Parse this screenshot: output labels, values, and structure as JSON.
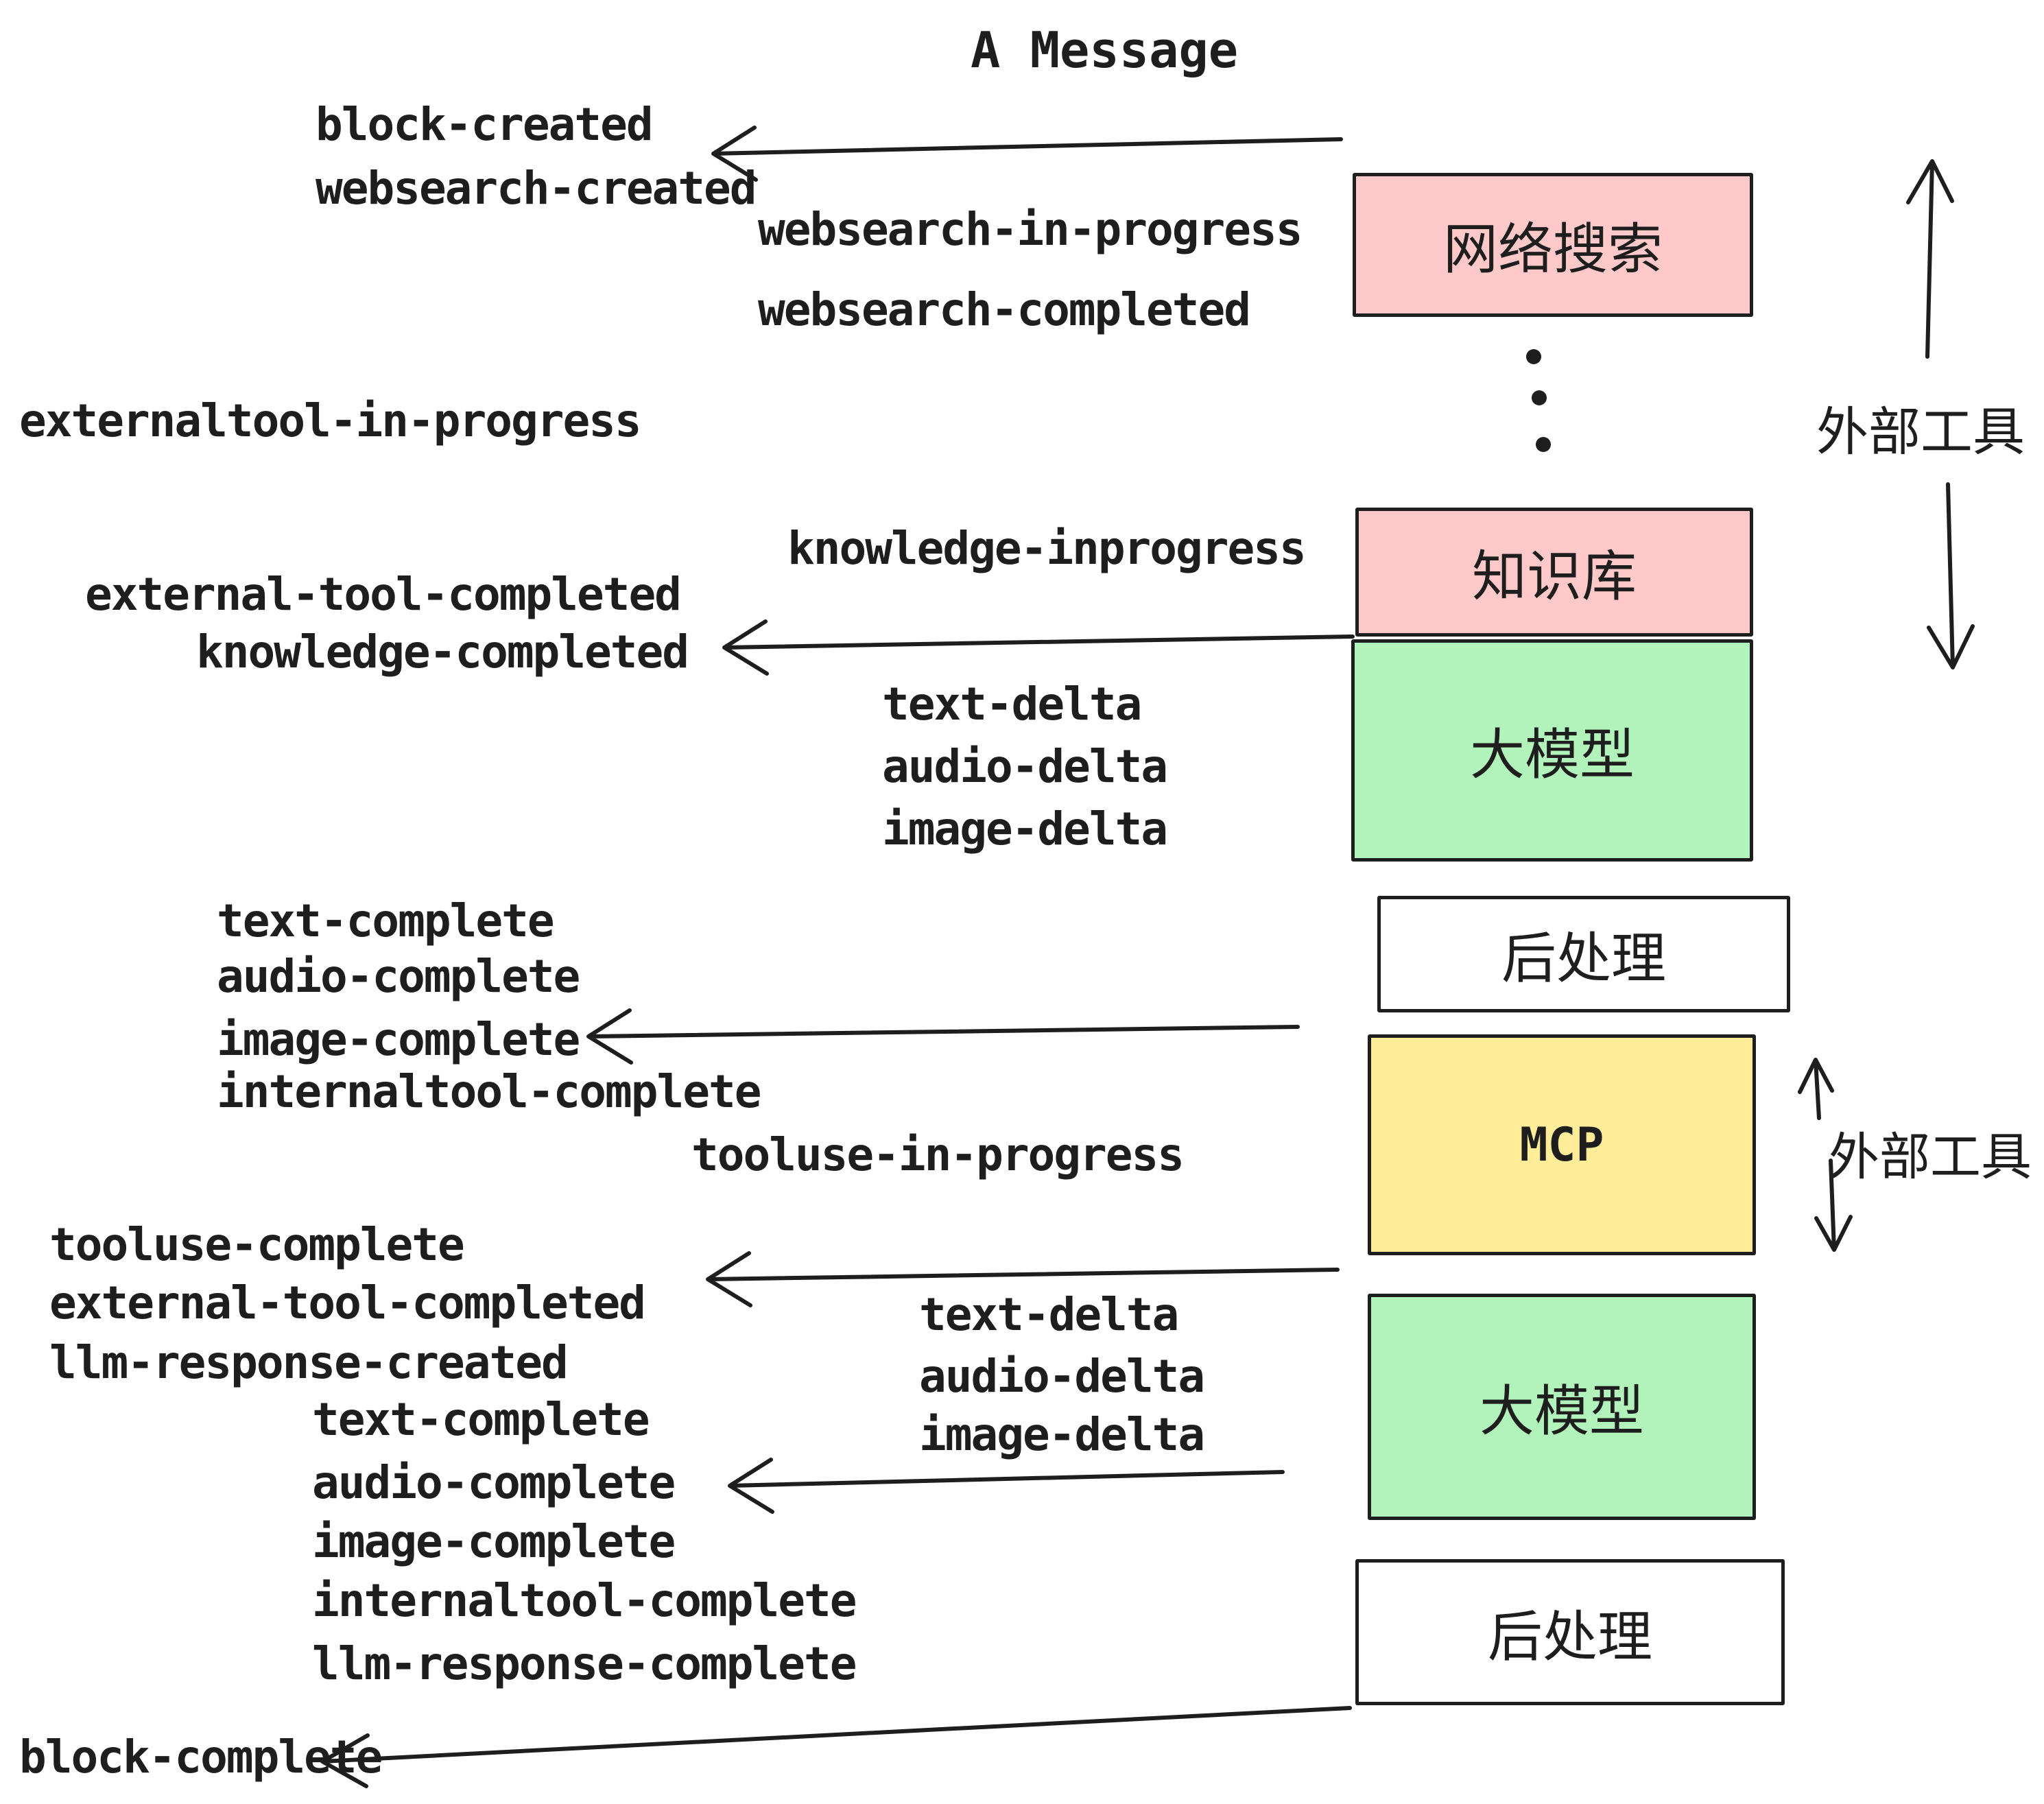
{
  "title": "A Message",
  "colors": {
    "stroke": "#1e1e1e",
    "pink": "#ffc9c9",
    "green": "#b2f2bb",
    "yellow": "#ffec99",
    "white": "#ffffff",
    "background": "#ffffff"
  },
  "boxes": [
    {
      "id": "websearch",
      "label": "网络搜索",
      "fill": "pink"
    },
    {
      "id": "knowledge",
      "label": "知识库",
      "fill": "pink"
    },
    {
      "id": "llm-1",
      "label": "大模型",
      "fill": "green"
    },
    {
      "id": "post-1",
      "label": "后处理",
      "fill": "white"
    },
    {
      "id": "mcp",
      "label": "MCP",
      "fill": "yellow"
    },
    {
      "id": "llm-2",
      "label": "大模型",
      "fill": "green"
    },
    {
      "id": "post-2",
      "label": "后处理",
      "fill": "white"
    }
  ],
  "side_labels": [
    {
      "id": "external-tools-1",
      "text": "外部工具"
    },
    {
      "id": "external-tools-2",
      "text": "外部工具"
    }
  ],
  "events": [
    {
      "id": "block-created",
      "text": "block-created"
    },
    {
      "id": "websearch-created",
      "text": "websearch-created"
    },
    {
      "id": "websearch-in-progress",
      "text": "websearch-in-progress"
    },
    {
      "id": "websearch-completed",
      "text": "websearch-completed"
    },
    {
      "id": "externaltool-in-progress",
      "text": "externaltool-in-progress"
    },
    {
      "id": "knowledge-inprogress",
      "text": "knowledge-inprogress"
    },
    {
      "id": "external-tool-completed-1",
      "text": "external-tool-completed"
    },
    {
      "id": "knowledge-completed",
      "text": "knowledge-completed"
    },
    {
      "id": "text-delta-1",
      "text": "text-delta"
    },
    {
      "id": "audio-delta-1",
      "text": "audio-delta"
    },
    {
      "id": "image-delta-1",
      "text": "image-delta"
    },
    {
      "id": "text-complete-1",
      "text": "text-complete"
    },
    {
      "id": "audio-complete-1",
      "text": "audio-complete"
    },
    {
      "id": "image-complete-1",
      "text": "image-complete"
    },
    {
      "id": "internaltool-complete-1",
      "text": "internaltool-complete"
    },
    {
      "id": "tooluse-in-progress",
      "text": "tooluse-in-progress"
    },
    {
      "id": "tooluse-complete",
      "text": "tooluse-complete"
    },
    {
      "id": "external-tool-completed-2",
      "text": "external-tool-completed"
    },
    {
      "id": "llm-response-created",
      "text": "llm-response-created"
    },
    {
      "id": "text-delta-2",
      "text": "text-delta"
    },
    {
      "id": "audio-delta-2",
      "text": "audio-delta"
    },
    {
      "id": "image-delta-2",
      "text": "image-delta"
    },
    {
      "id": "text-complete-2",
      "text": "text-complete"
    },
    {
      "id": "audio-complete-2",
      "text": "audio-complete"
    },
    {
      "id": "image-complete-2",
      "text": "image-complete"
    },
    {
      "id": "internaltool-complete-2",
      "text": "internaltool-complete"
    },
    {
      "id": "llm-response-complete",
      "text": "llm-response-complete"
    },
    {
      "id": "block-complete",
      "text": "block-complete"
    }
  ]
}
